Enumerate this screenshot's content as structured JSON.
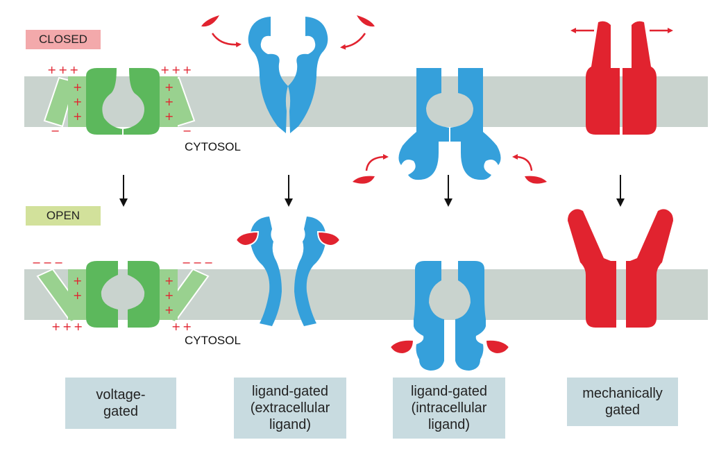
{
  "labels": {
    "closed": "CLOSED",
    "open": "OPEN",
    "cytosol": "CYTOSOL"
  },
  "captions": [
    "voltage-\ngated",
    "ligand-gated\n(extracellular\nligand)",
    "ligand-gated\n(intracellular\nligand)",
    "mechanically\ngated"
  ],
  "charges": {
    "plus": "+",
    "minus": "−"
  },
  "colors": {
    "membrane": "#c9d3ce",
    "voltage_channel": "#5cb85c",
    "voltage_sensor": "#99d18f",
    "ligand_channel": "#35a0db",
    "ligand": "#e1232f",
    "mechanical_channel": "#e1232f",
    "charge": "#e1232f",
    "closed_label_bg": "#f3a9ab",
    "open_label_bg": "#d2e19b",
    "caption_bg": "#c8dbe0"
  }
}
